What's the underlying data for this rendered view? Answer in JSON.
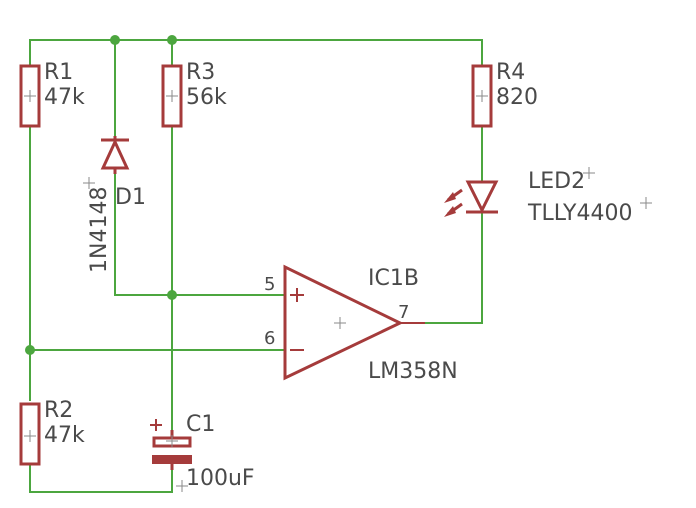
{
  "components": {
    "r1": {
      "ref": "R1",
      "value": "47k"
    },
    "r2": {
      "ref": "R2",
      "value": "47k"
    },
    "r3": {
      "ref": "R3",
      "value": "56k"
    },
    "r4": {
      "ref": "R4",
      "value": "820"
    },
    "d1": {
      "ref": "D1",
      "value": "1N4148"
    },
    "led2": {
      "ref": "LED2",
      "value": "TLLY4400"
    },
    "c1": {
      "ref": "C1",
      "value": "100uF"
    },
    "ic1b": {
      "ref": "IC1B",
      "value": "LM358N",
      "pin_noninv": "5",
      "pin_inv": "6",
      "pin_out": "7"
    }
  },
  "colors": {
    "wire": "#4ca63f",
    "part": "#a53b3b",
    "text": "#4a4a4a"
  }
}
